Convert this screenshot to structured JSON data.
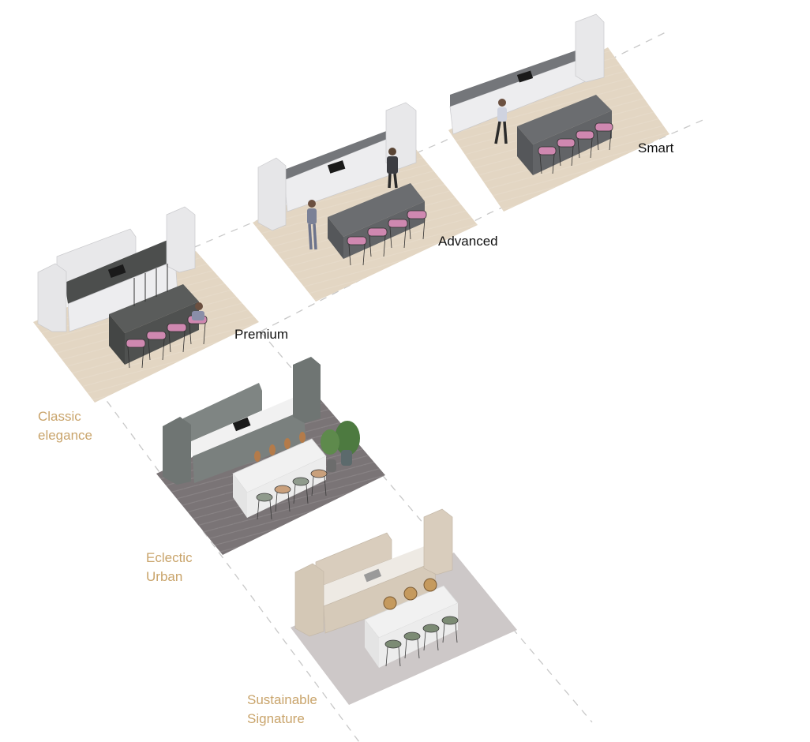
{
  "colors": {
    "tier_label": "#111111",
    "style_label": "#c9a46b",
    "beige_floor": "#e3d6c3",
    "grey_floor": "#7a7476",
    "light_floor": "#cdc8c8",
    "cabinet_white": "#e6e6e8",
    "cabinet_grey": "#7f8583",
    "cabinet_wood": "#d9cdbd",
    "counter_dark": "#6f7072",
    "marble_dark": "#4c4e4d",
    "marble_white": "#f1f1f1",
    "stool_pink": "#cf88b0",
    "stool_oak": "#c9a07c",
    "stool_green": "#7c8b74",
    "plant_green": "#4d7a40",
    "dashed_line": "#c8c8c8"
  },
  "tiers": {
    "smart": "Smart",
    "advanced": "Advanced",
    "premium": "Premium"
  },
  "styles": {
    "classic": {
      "line1": "Classic",
      "line2": "elegance"
    },
    "eclectic": {
      "line1": "Eclectic",
      "line2": "Urban"
    },
    "sustainable": {
      "line1": "Sustainable",
      "line2": "Signature"
    }
  }
}
